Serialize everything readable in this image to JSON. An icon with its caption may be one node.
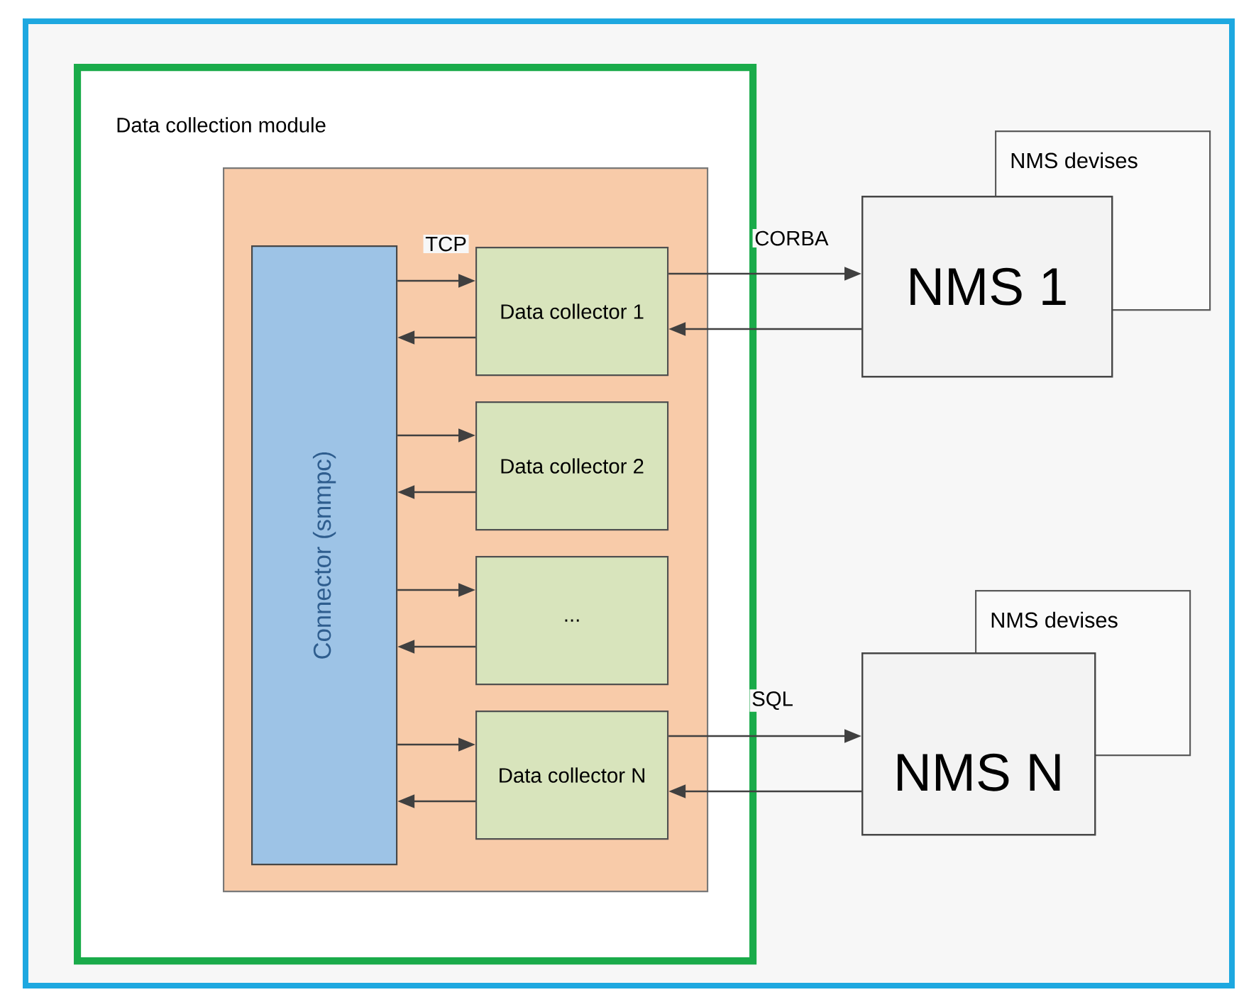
{
  "diagram": {
    "nodes": [
      {
        "text": [
          "Data collection module"
        ]
      },
      {
        "text": [],
        "shape": "box",
        "in": 0
      },
      {
        "text": [
          "Connector (snmpc)"
        ],
        "in": 1
      },
      {
        "text": [
          "Data collector 1"
        ],
        "in": 1
      },
      {
        "text": [
          "Data collector 2"
        ],
        "in": 1
      },
      {
        "text": [
          "..."
        ],
        "in": 1
      },
      {
        "text": [
          "Data collector N"
        ],
        "in": 1
      },
      {
        "text": [
          "NMS devises"
        ]
      },
      {
        "text": [
          "NMS 1"
        ]
      },
      {
        "text": [
          "NMS devises"
        ]
      },
      {
        "text": [
          "NMS N"
        ]
      }
    ],
    "edges": [
      {
        "from": 2,
        "to": 3,
        "arrow": "to",
        "label": "TCP"
      },
      {
        "from": 3,
        "to": 2,
        "arrow": "to"
      },
      {
        "from": 2,
        "to": 4,
        "arrow": "to"
      },
      {
        "from": 4,
        "to": 2,
        "arrow": "to"
      },
      {
        "from": 2,
        "to": 5,
        "arrow": "to"
      },
      {
        "from": 5,
        "to": 2,
        "arrow": "to"
      },
      {
        "from": 2,
        "to": 6,
        "arrow": "to"
      },
      {
        "from": 6,
        "to": 2,
        "arrow": "to"
      },
      {
        "from": 3,
        "to": 8,
        "arrow": "to",
        "label": "CORBA"
      },
      {
        "from": 8,
        "to": 3,
        "arrow": "to"
      },
      {
        "from": 6,
        "to": 10,
        "arrow": "to",
        "label": "SQL"
      },
      {
        "from": 10,
        "to": 6,
        "arrow": "to"
      }
    ]
  }
}
